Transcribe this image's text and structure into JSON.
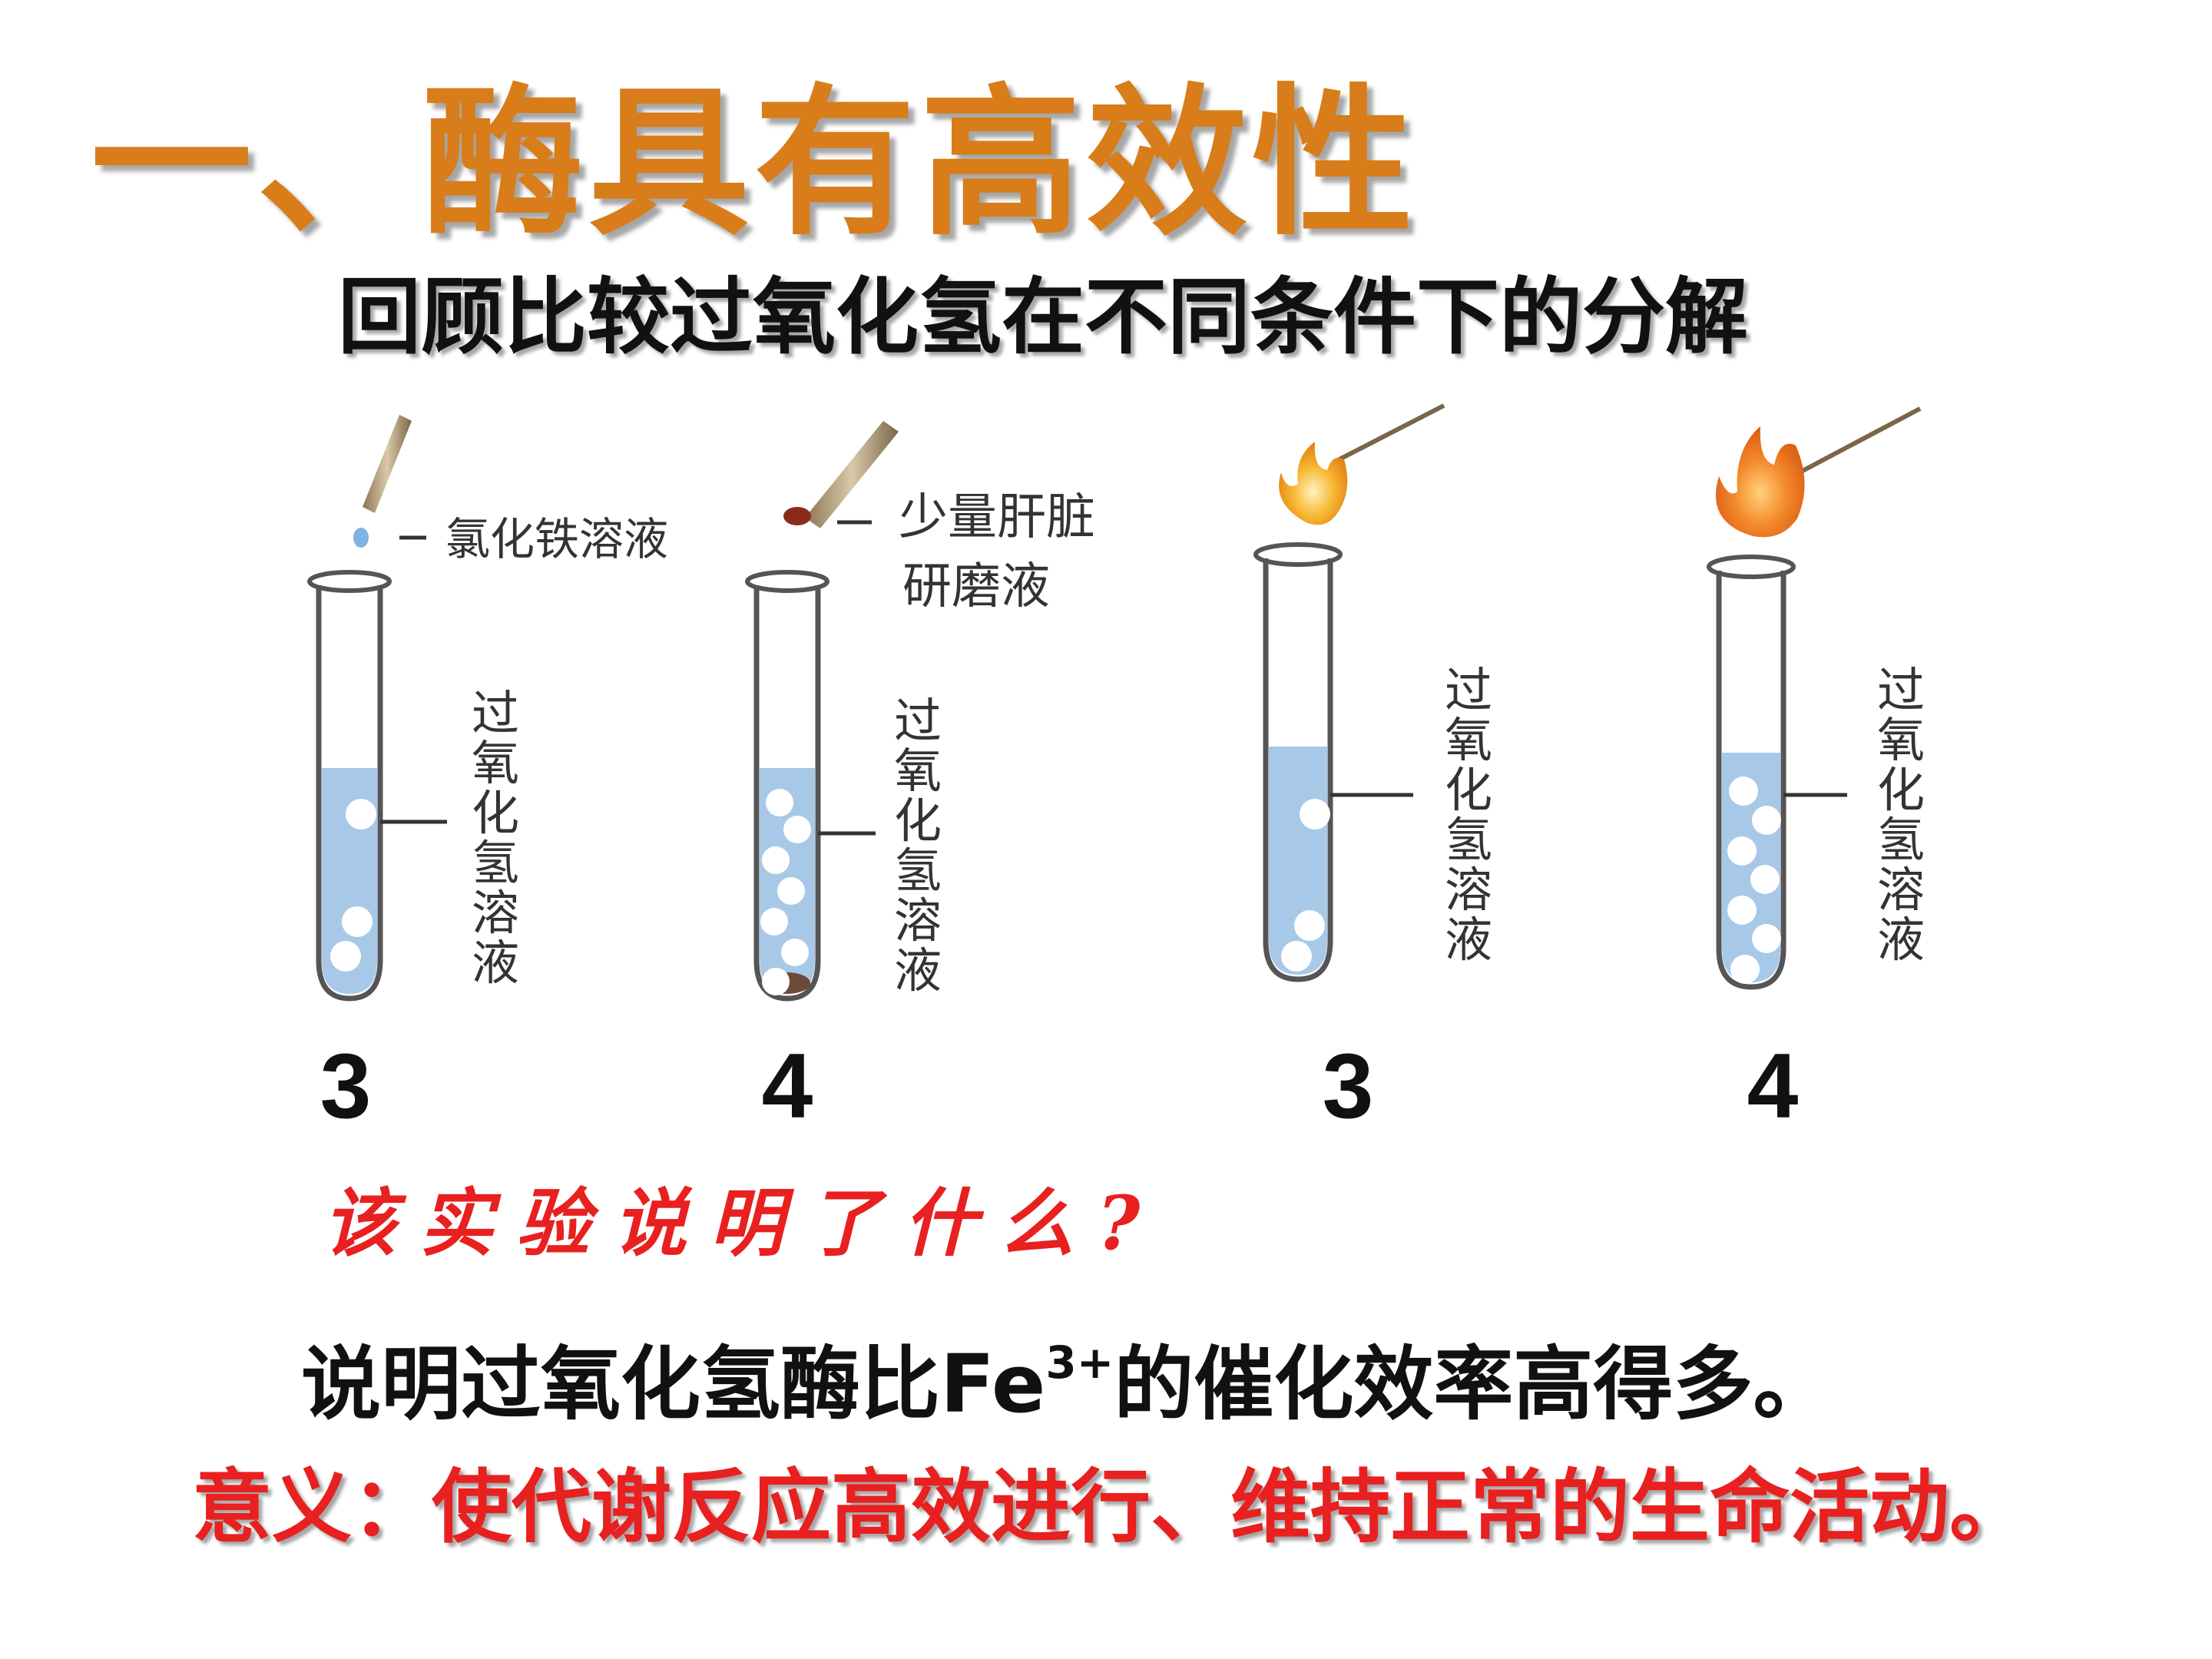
{
  "title": "一、酶具有高效性",
  "subtitle": "回顾比较过氧化氢在不同条件下的分解",
  "diagram": {
    "label_fecl3": "氯化铁溶液",
    "label_liver_1": "少量肝脏",
    "label_liver_2": "研磨液",
    "tube_label": [
      "过",
      "氧",
      "化",
      "氢",
      "溶",
      "液"
    ],
    "tube_numbers": [
      "3",
      "4",
      "3",
      "4"
    ]
  },
  "question": "该实验说明了什么?",
  "conclusion": {
    "part1": "说明过氧化氢酶比Fe",
    "superscript": "3+",
    "part2": "的催化效率高得多。"
  },
  "significance": "意义：使代谢反应高效进行、维持正常的生命活动。",
  "colors": {
    "title": "#d87d1a",
    "accent_red": "#e8201f",
    "liquid": "#a8c8e8",
    "flame": "#f5a623"
  }
}
